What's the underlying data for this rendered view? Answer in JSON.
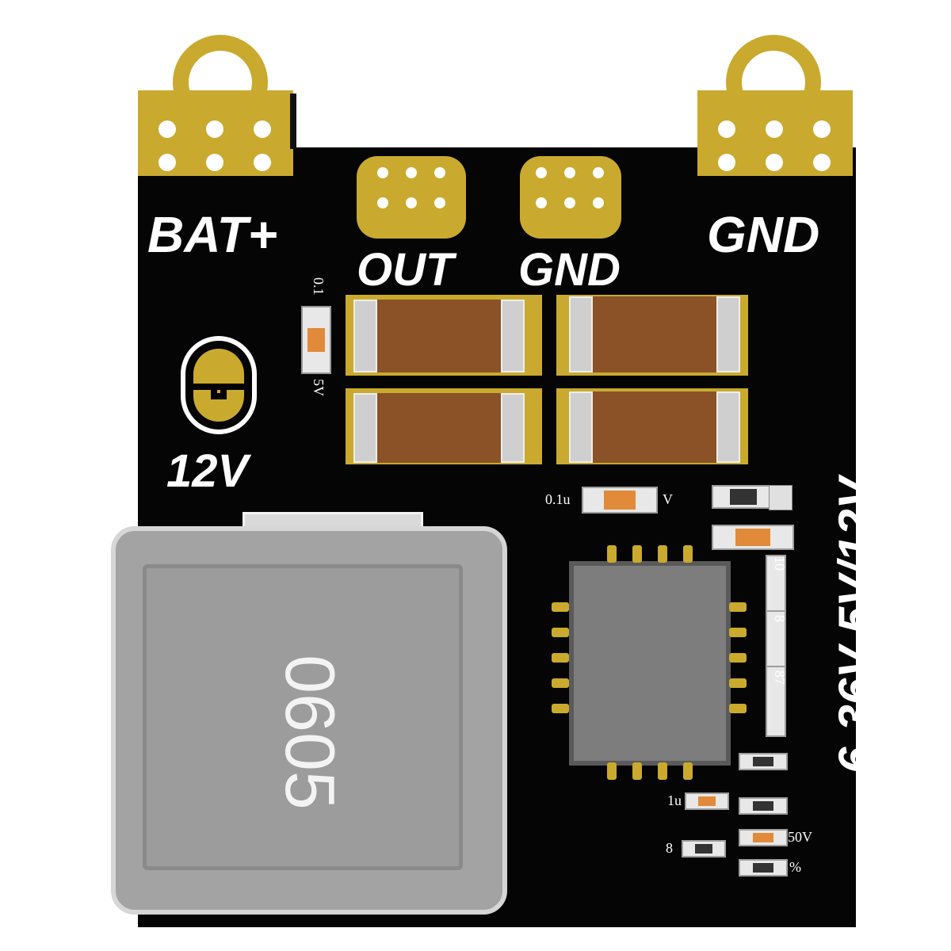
{
  "labels": {
    "bat_plus": "BAT+",
    "gnd_right": "GND",
    "out": "OUT",
    "gnd_center": "GND",
    "v12": "12V",
    "voltage_side": "6-36V  5V/12V",
    "inductor_mark": "0605",
    "cap_small_top_left": "0.1",
    "cap_small_top_left_b": "5V",
    "cap_small_mid": "0.1u",
    "cap_small_mid_b": "V",
    "res_1u": "1u",
    "res_8": "8",
    "res_50v": "50V",
    "r_10": "10",
    "r_8": "8",
    "r_87": "87",
    "pct": "%"
  },
  "colors": {
    "board": "#050505",
    "gold_pad": "#c9aa2e",
    "capacitor_body": "#8a5226",
    "inductor": "#a3a3a3",
    "chip": "#7d7d7d"
  }
}
